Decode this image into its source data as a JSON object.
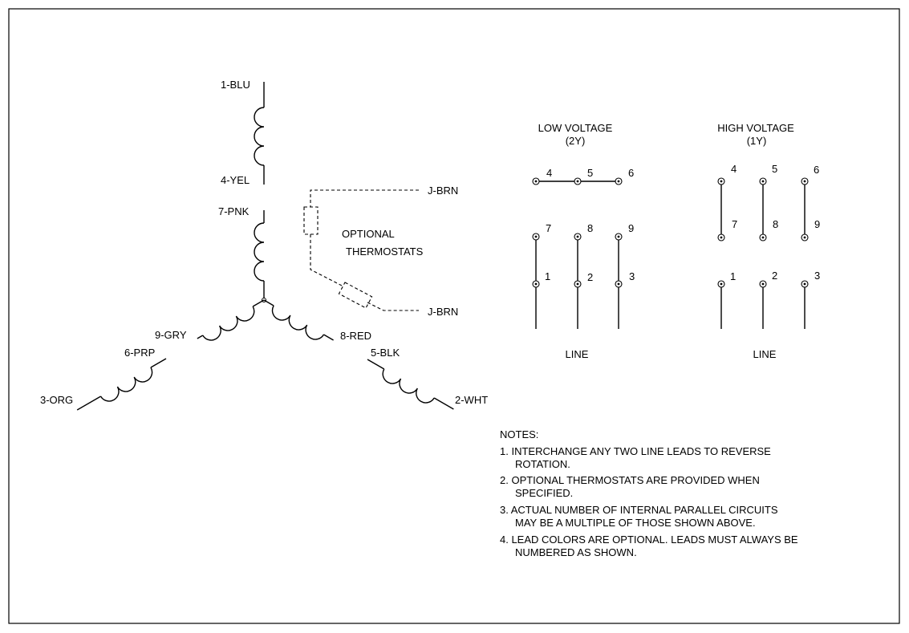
{
  "leads": {
    "l1": "1-BLU",
    "l4": "4-YEL",
    "l7": "7-PNK",
    "l9": "9-GRY",
    "l6": "6-PRP",
    "l3": "3-ORG",
    "l8": "8-RED",
    "l5": "5-BLK",
    "l2": "2-WHT"
  },
  "thermostat": {
    "j_top": "J-BRN",
    "j_bottom": "J-BRN",
    "label_line1": "OPTIONAL",
    "label_line2": "THERMOSTATS"
  },
  "low_voltage": {
    "title": "LOW VOLTAGE",
    "subtitle": "(2Y)",
    "terminals": [
      "4",
      "5",
      "6",
      "7",
      "8",
      "9",
      "1",
      "2",
      "3"
    ],
    "line_label": "LINE"
  },
  "high_voltage": {
    "title": "HIGH VOLTAGE",
    "subtitle": "(1Y)",
    "terminals": [
      "4",
      "5",
      "6",
      "7",
      "8",
      "9",
      "1",
      "2",
      "3"
    ],
    "line_label": "LINE"
  },
  "notes": {
    "heading": "NOTES:",
    "items": [
      {
        "line1": "1.  INTERCHANGE ANY TWO LINE LEADS TO REVERSE",
        "line2": "ROTATION."
      },
      {
        "line1": "2.  OPTIONAL THERMOSTATS ARE PROVIDED WHEN",
        "line2": "SPECIFIED."
      },
      {
        "line1": "3.  ACTUAL NUMBER OF INTERNAL PARALLEL CIRCUITS",
        "line2": "MAY BE A MULTIPLE OF THOSE SHOWN ABOVE."
      },
      {
        "line1": "4.  LEAD COLORS ARE OPTIONAL.  LEADS MUST ALWAYS BE",
        "line2": "NUMBERED AS SHOWN."
      }
    ]
  }
}
